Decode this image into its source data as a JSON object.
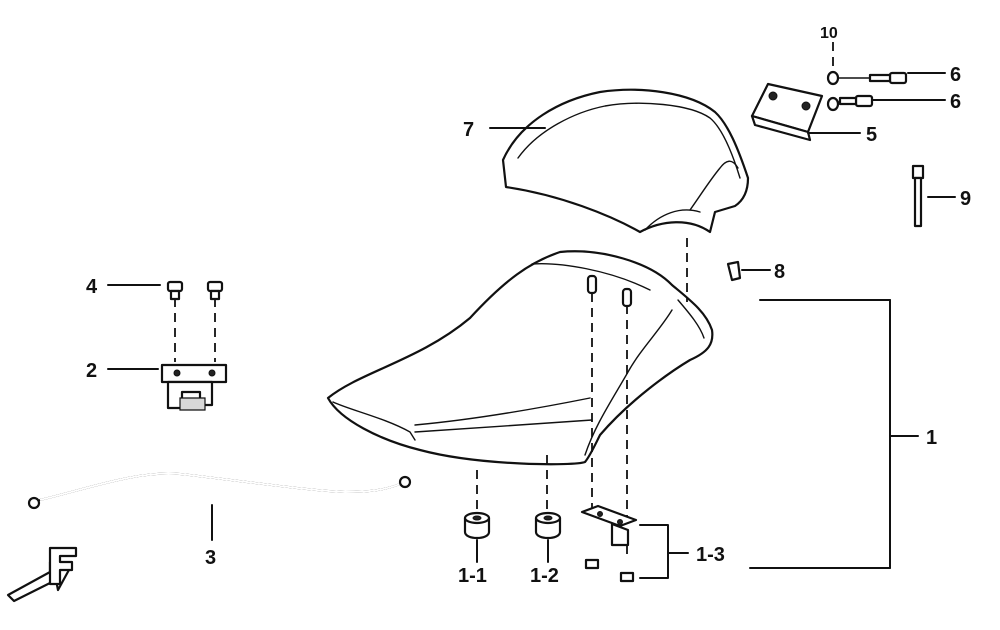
{
  "callouts": {
    "c1": "1",
    "c1_1": "1-1",
    "c1_2": "1-2",
    "c1_3": "1-3",
    "c2": "2",
    "c3": "3",
    "c4": "4",
    "c5": "5",
    "c6a": "6",
    "c6b": "6",
    "c7": "7",
    "c8": "8",
    "c9": "9",
    "c10": "10"
  },
  "icons": {
    "front_arrow": "front-direction-f-arrow-icon"
  }
}
